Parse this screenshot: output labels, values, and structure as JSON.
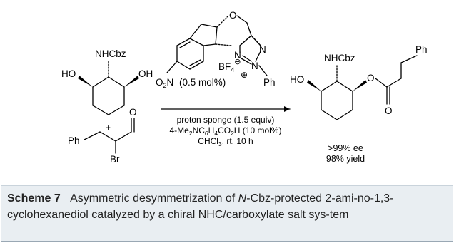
{
  "scheme": {
    "sm_diol": {
      "nhcbz": "NHCbz",
      "ho_left": "HO",
      "oh_right": "OH"
    },
    "plus": "+",
    "aldehyde": {
      "ph": "Ph",
      "br": "Br",
      "o": "O"
    },
    "catalyst": {
      "o_ring": "O",
      "n_top": "N",
      "n_mid": "N",
      "n_bottom": "N",
      "ph": "Ph",
      "bf4": "BF",
      "bf4_sub": "4",
      "bf4_sup": "⊖",
      "plus_charge": "⊕",
      "no2": "O",
      "no2_sub": "2",
      "no2_tail": "N",
      "loading": "(0.5 mol%)"
    },
    "conditions": {
      "line1": "proton sponge (1.5 equiv)",
      "line2_a": "4-Me",
      "line2_sub1": "2",
      "line2_b": "NC",
      "line2_sub2": "6",
      "line2_c": "H",
      "line2_sub3": "4",
      "line2_d": "CO",
      "line2_sub4": "2",
      "line2_e": "H (10 mol%)",
      "line3_a": "CHCl",
      "line3_sub": "3",
      "line3_b": ", rt, 10 h"
    },
    "product": {
      "nhcbz": "NHCbz",
      "ho": "HO",
      "ph": "Ph",
      "o_ester": "O",
      "o_carbonyl": "O",
      "ee": ">99% ee",
      "yield": "98% yield"
    }
  },
  "caption": {
    "label": "Scheme 7",
    "text_before": "Asymmetric desymmetrization of ",
    "text_italic": "N",
    "text_after": "-Cbz-protected 2-ami-no-1,3-cyclohexanediol catalyzed by a chiral NHC/carboxylate salt sys-tem"
  }
}
